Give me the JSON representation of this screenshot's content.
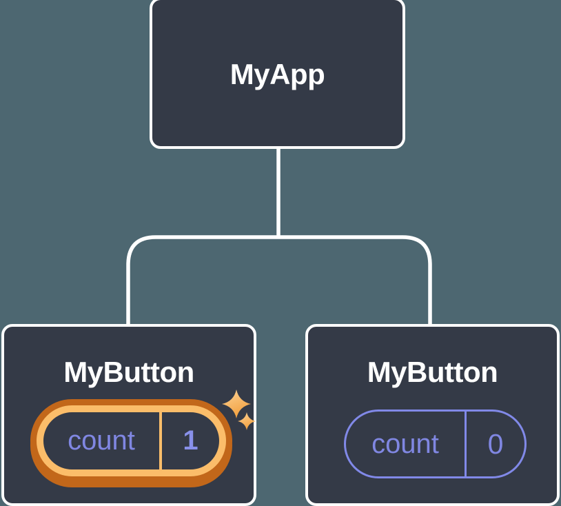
{
  "tree": {
    "root": {
      "label": "MyApp"
    },
    "children": [
      {
        "label": "MyButton",
        "state": {
          "key": "count",
          "value": "1"
        },
        "highlighted": true,
        "icon": "sparkles-icon"
      },
      {
        "label": "MyButton",
        "state": {
          "key": "count",
          "value": "0"
        },
        "highlighted": false
      }
    ]
  },
  "colors": {
    "background": "#4d6771",
    "node_fill": "#343a47",
    "node_border": "#ffffff",
    "connector": "#ffffff",
    "state_text": "#8087e2",
    "state_value_text": "#8890ea",
    "state_border": "#8189e8",
    "highlight_outer": "#c2671a",
    "highlight_inner": "#fbbd6a",
    "title_text": "#ffffff"
  }
}
